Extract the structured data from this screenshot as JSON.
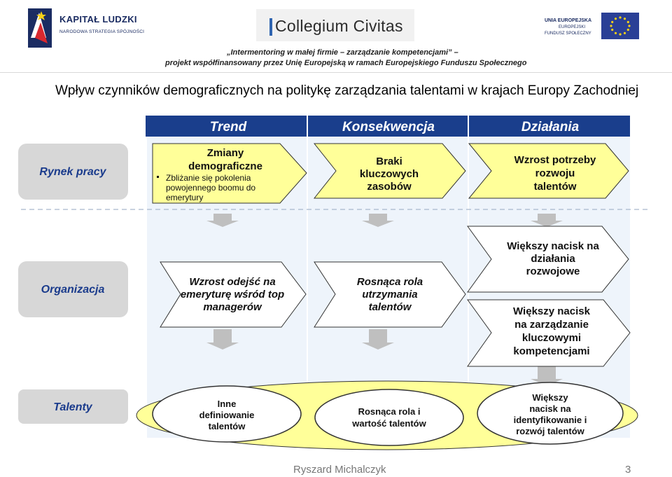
{
  "header": {
    "kapital_ludzki": {
      "name": "KAPITAŁ LUDZKI",
      "subtitle": "NARODOWA STRATEGIA SPÓJNOŚCI"
    },
    "collegium": {
      "name": "Collegium Civitas"
    },
    "eu": {
      "line1": "UNIA EUROPEJSKA",
      "line2": "EUROPEJSKI",
      "line3": "FUNDUSZ SPOŁECZNY"
    },
    "project_line1": "„Intermentoring w małej firmie – zarządzanie kompetencjami” –",
    "project_line2": "projekt współfinansowany przez Unię Europejską w ramach Europejskiego Funduszu Społecznego"
  },
  "slide": {
    "title": "Wpływ czynników demograficznych na politykę zarządzania talentami w krajach Europy Zachodniej"
  },
  "diagram": {
    "columns": [
      "Trend",
      "Konsekwencja",
      "Działania"
    ],
    "rows": [
      "Rynek pracy",
      "Organizacja",
      "Talenty"
    ],
    "rynek": {
      "trend_title": [
        "Zmiany",
        "demograficzne"
      ],
      "trend_bullets": [
        "Zbliżanie się pokolenia",
        "powojennego boomu do",
        "emerytury"
      ],
      "konsekwencja": [
        "Braki",
        "kluczowych",
        "zasobów"
      ],
      "dzialania": [
        "Wzrost potrzeby",
        "rozwoju",
        "talentów"
      ]
    },
    "organizacja": {
      "trend": [
        "Wzrost odejść na",
        "emeryturę wśród top",
        "managerów"
      ],
      "konsekwencja": [
        "Rosnąca rola",
        "utrzymania",
        "talentów"
      ],
      "dzialania_1": [
        "Większy nacisk na",
        "działania",
        "rozwojowe"
      ],
      "dzialania_2": [
        "Większy nacisk",
        "na zarządzanie",
        "kluczowymi",
        "kompetencjami"
      ]
    },
    "talenty": {
      "oval_1": [
        "Inne",
        "definiowanie",
        "talentów"
      ],
      "oval_2": [
        "Rosnąca rola i",
        "wartość talentów"
      ],
      "oval_3": [
        "Większy",
        "nacisk na",
        "identyfikowanie i",
        "rozwój talentów"
      ]
    }
  },
  "footer": {
    "author": "Ryszard Michalczyk",
    "page": "3"
  },
  "colors": {
    "header_bar": "#1a3e8c",
    "arrow_fill": "#ffff99",
    "column_bg": "#eef4fb",
    "row_label_bg": "#d7d7d7",
    "talent_band": "#ffff99"
  }
}
